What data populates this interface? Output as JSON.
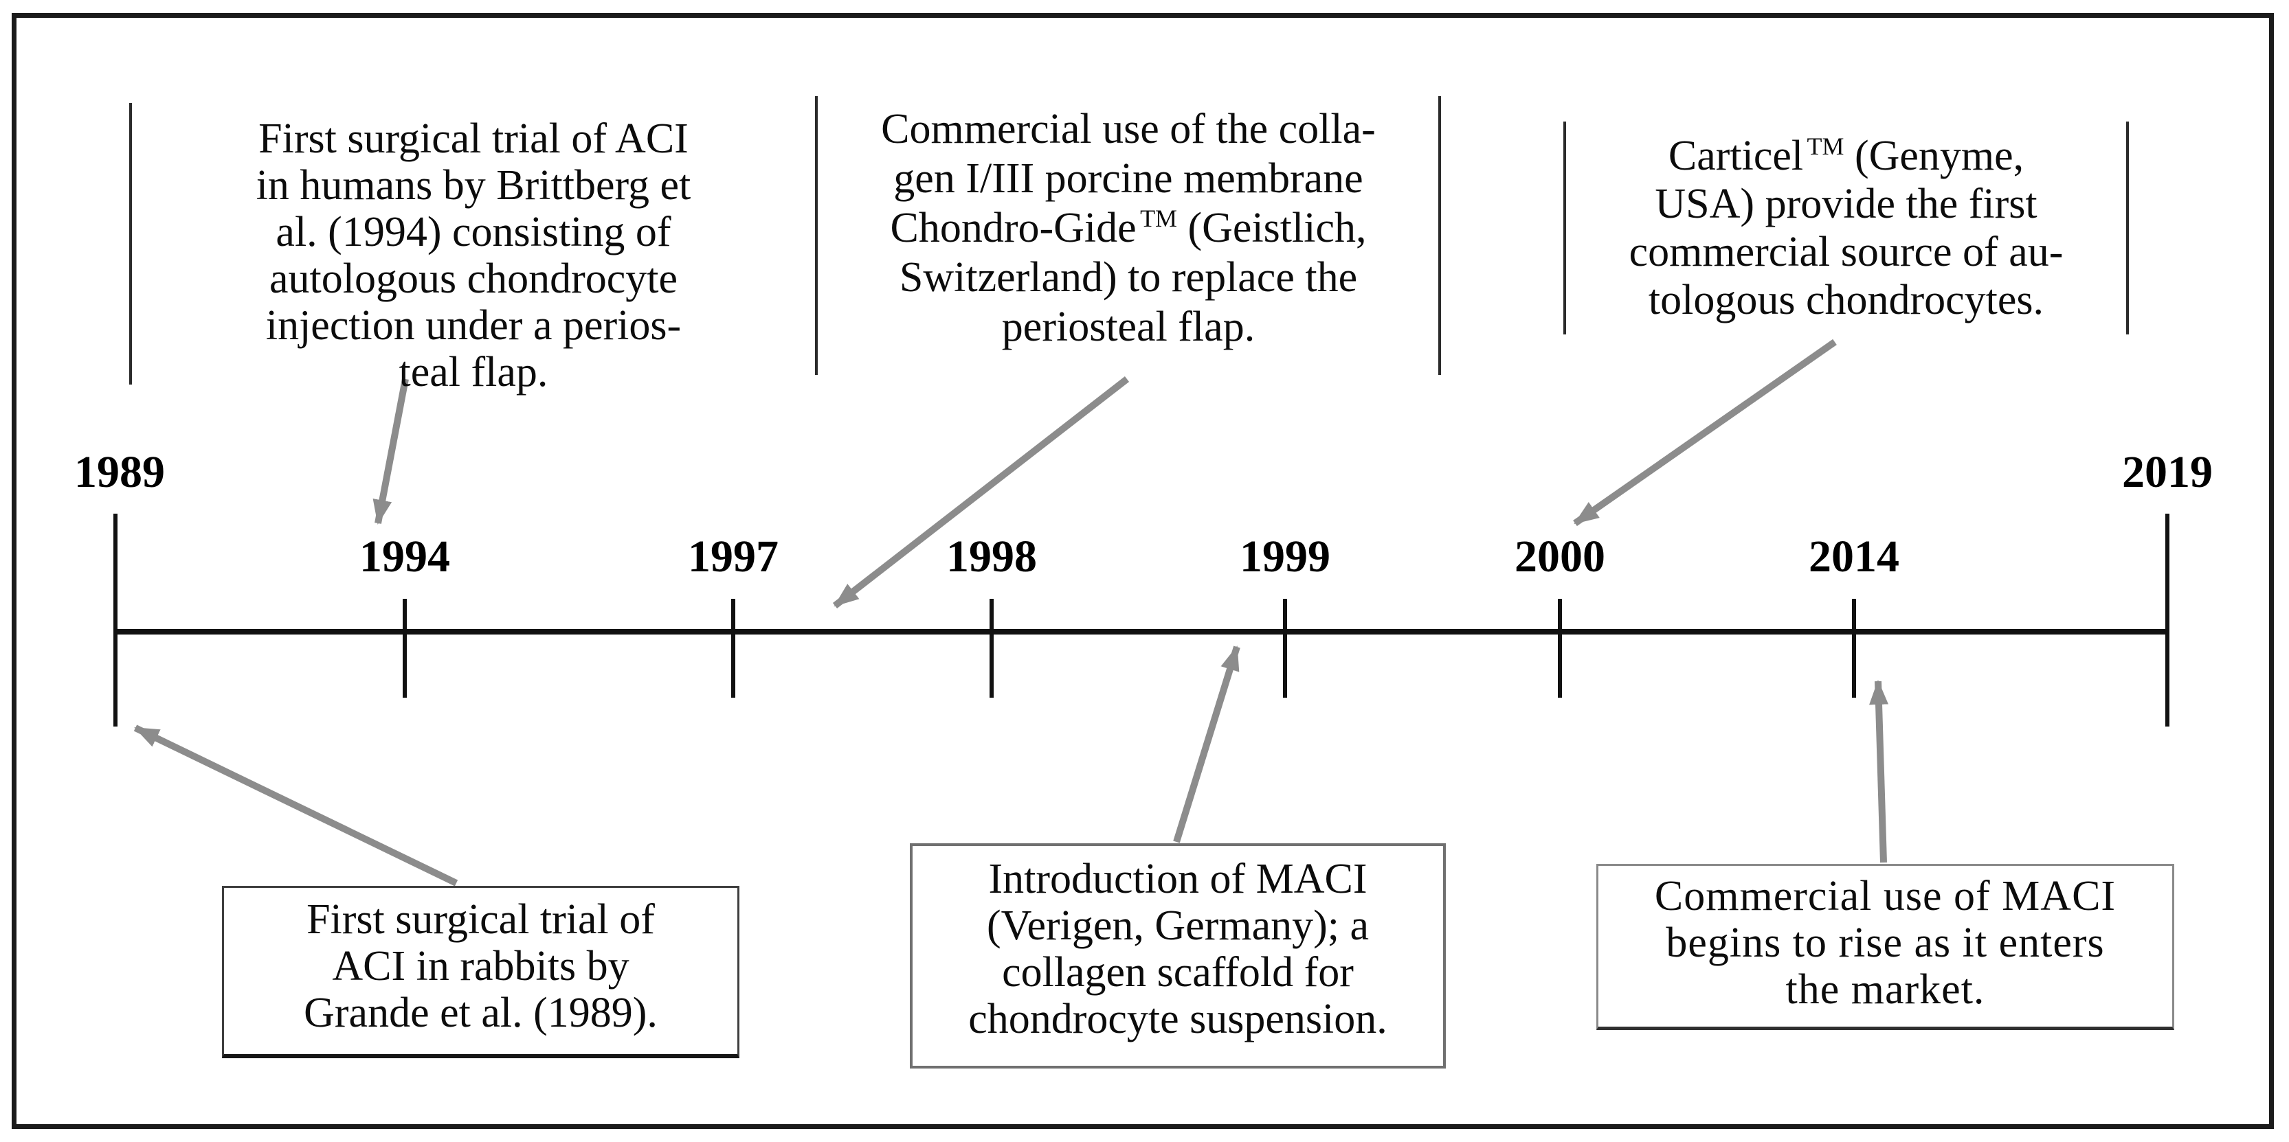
{
  "figure": {
    "background": "#ffffff",
    "frame_color": "#1b1b1b",
    "timeline_color": "#111111",
    "arrow_color": "#8c8c8c",
    "text_color": "#0c0c0c"
  },
  "timeline": {
    "start_year": "1989",
    "end_year": "2019",
    "years": [
      {
        "label": "1989"
      },
      {
        "label": "1994"
      },
      {
        "label": "1997"
      },
      {
        "label": "1998"
      },
      {
        "label": "1999"
      },
      {
        "label": "2000"
      },
      {
        "label": "2014"
      },
      {
        "label": "2019"
      }
    ]
  },
  "events": {
    "aci_humans": {
      "lines": [
        "First surgical trial of ACI",
        "in humans by Brittberg et",
        "al. (1994) consisting of",
        "autologous chondrocyte",
        "injection under a perios-",
        "teal flap."
      ]
    },
    "chondro_gide": {
      "line0": "Commercial use of the colla-",
      "line1": "gen I/III porcine membrane",
      "line2": {
        "pre": "Chondro-Gide",
        "sup": "TM",
        "post": " (Geistlich,"
      },
      "line3": "Switzerland) to replace the",
      "line4": "periosteal flap."
    },
    "carticel": {
      "line0": {
        "pre": "Carticel",
        "sup": "TM",
        "post": " (Genyme,"
      },
      "line1": "USA) provide the first",
      "line2": "commercial source of au-",
      "line3": "tologous chondrocytes."
    },
    "aci_rabbits": {
      "lines": [
        "First surgical trial of",
        "ACI in rabbits by",
        "Grande et al. (1989)."
      ]
    },
    "maci_intro": {
      "lines": [
        "Introduction of MACI",
        "(Verigen, Germany); a",
        "collagen scaffold for",
        "chondrocyte suspension."
      ]
    },
    "maci_commercial": {
      "lines": [
        "Commercial use of MACI",
        "begins to rise as it enters",
        "the market."
      ]
    }
  }
}
